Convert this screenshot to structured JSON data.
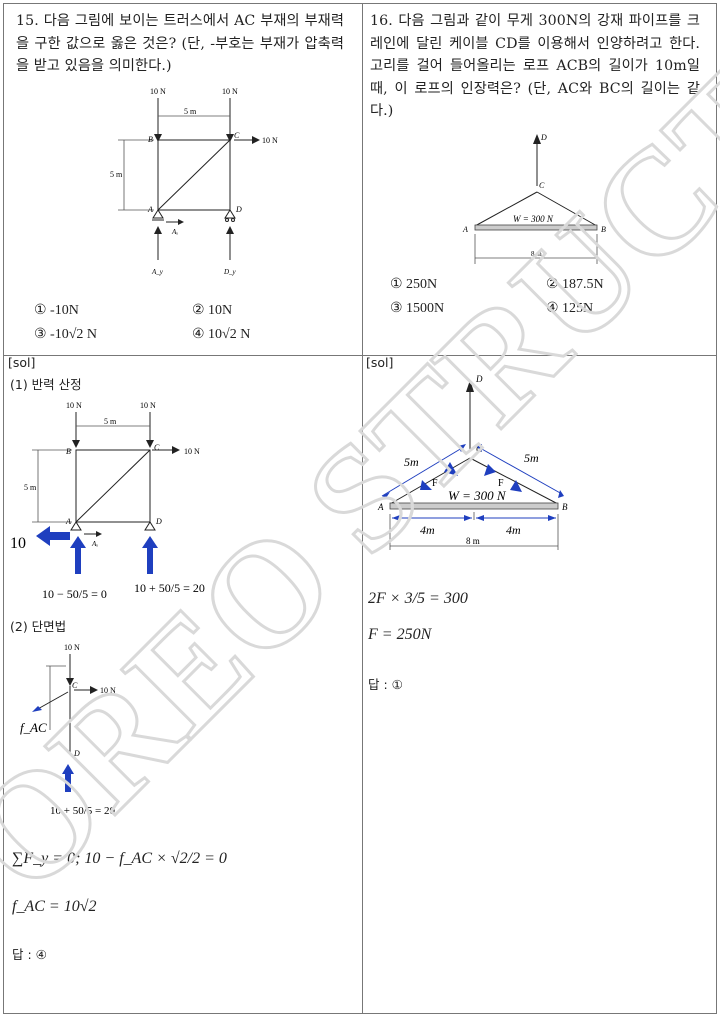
{
  "q15": {
    "text": "15. 다음 그림에 보이는 트러스에서 AC 부재의 부재력을 구한 값으로 옳은 것은? (단, -부호는 부재가 압축력을 받고 있음을 의미한다.)",
    "options": [
      "① -10N",
      "② 10N",
      "③ -10√2 N",
      "④ 10√2 N"
    ],
    "figure": {
      "load_b": "10 N",
      "load_c": "10 N",
      "span": "5 m",
      "height": "5 m",
      "load_right": "10 N",
      "node_a": "A",
      "node_b": "B",
      "node_c": "C",
      "node_d": "D",
      "ax": "Aₓ",
      "ay": "A_y",
      "dy": "D_y"
    }
  },
  "q16": {
    "text": "16. 다음 그림과 같이 무게 300N의 강재 파이프를 크레인에 달린 케이블 CD를 이용해서 인양하려고 한다. 고리를 걸어 들어올리는 로프 ACB의 길이가 10m일 때, 이 로프의 인장력은? (단, AC와 BC의 길이는 같다.)",
    "options": [
      "① 250N",
      "② 187.5N",
      "③ 1500N",
      "④ 125N"
    ],
    "figure": {
      "node_d": "D",
      "node_c": "C",
      "weight": "W = 300 N",
      "node_a": "A",
      "node_b": "B",
      "span": "8 m"
    }
  },
  "sol15": {
    "tag": "[sol]",
    "step1": "(1) 반력 산정",
    "reaction_x": "10",
    "eq_left": "10 − 50/5 = 0",
    "eq_right": "10 + 50/5 = 20",
    "step2": "(2) 단면법",
    "fac_label": "f_AC",
    "eq_bottom": "10 + 50/5 = 20",
    "eq1": "∑F_y = 0;  10 − f_AC × √2/2 = 0",
    "eq2": "f_AC = 10√2",
    "answer": "답 : ④"
  },
  "sol16": {
    "tag": "[sol]",
    "len_left": "5m",
    "len_right": "5m",
    "force_f": "F",
    "half_left": "4m",
    "half_right": "4m",
    "eq1": "2F × 3/5 = 300",
    "eq2": "F = 250N",
    "answer": "답 : ①"
  },
  "watermark": "OREO STRUCTURE",
  "colors": {
    "arrow_blue": "#1f3fbf",
    "line": "#222222",
    "watermark": "#d9d9d9"
  }
}
